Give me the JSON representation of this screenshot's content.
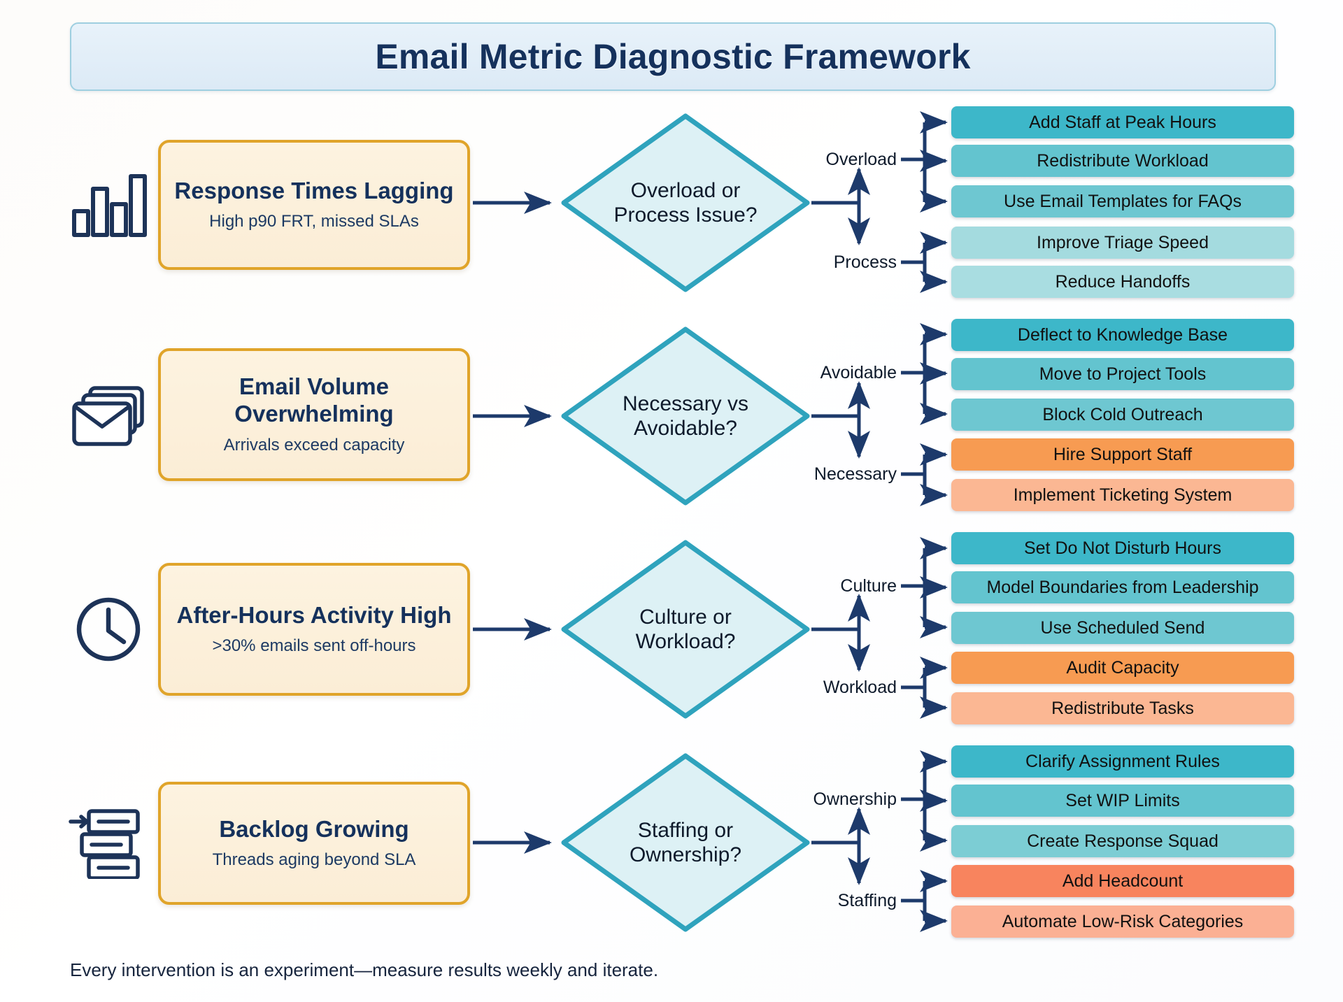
{
  "header": {
    "title": "Email Metric Diagnostic Framework"
  },
  "footer": {
    "note": "Every intervention is an experiment—measure results weekly and iterate."
  },
  "colors": {
    "navy": "#1d3a6b",
    "gold_border": "#e0a42a",
    "card_fill": "#fdf3e0",
    "diamond_border": "#2fa3bd",
    "diamond_fill": "#ddf1f5",
    "teal_dark": "#3db7c9",
    "teal_mid": "#63c4cf",
    "teal_light": "#8fd3d8",
    "teal_pale": "#a9dcdf",
    "orange_dark": "#f79b52",
    "orange_mid": "#f69a6f",
    "orange_light": "#fbb793",
    "orange_pale": "#fbc0a3",
    "title_text": "#15315c",
    "title_fill": "#e8f2fa"
  },
  "rows": [
    {
      "icon": "bar-chart-icon",
      "problem": {
        "title": "Response Times Lagging",
        "subtitle": "High p90 FRT, missed SLAs"
      },
      "decision": {
        "line1": "Overload or",
        "line2": "Process Issue?"
      },
      "branches": [
        {
          "label": "Overload",
          "actions": [
            {
              "label": "Add Staff at Peak Hours",
              "color": "#3db7c9"
            },
            {
              "label": "Redistribute Workload",
              "color": "#63c4cf"
            },
            {
              "label": "Use Email Templates for FAQs",
              "color": "#6ec7d1"
            }
          ]
        },
        {
          "label": "Process",
          "actions": [
            {
              "label": "Improve Triage Speed",
              "color": "#a4dbdf"
            },
            {
              "label": "Reduce Handoffs",
              "color": "#a9dde1"
            }
          ]
        }
      ]
    },
    {
      "icon": "stacked-envelopes-icon",
      "problem": {
        "title": "Email Volume Overwhelming",
        "subtitle": "Arrivals exceed capacity"
      },
      "decision": {
        "line1": "Necessary vs",
        "line2": "Avoidable?"
      },
      "branches": [
        {
          "label": "Avoidable",
          "actions": [
            {
              "label": "Deflect to Knowledge Base",
              "color": "#3db7c9"
            },
            {
              "label": "Move to Project Tools",
              "color": "#63c4cf"
            },
            {
              "label": "Block Cold Outreach",
              "color": "#6ec7d1"
            }
          ]
        },
        {
          "label": "Necessary",
          "actions": [
            {
              "label": "Hire Support Staff",
              "color": "#f79b52"
            },
            {
              "label": "Implement Ticketing System",
              "color": "#fbb793"
            }
          ]
        }
      ]
    },
    {
      "icon": "clock-icon",
      "problem": {
        "title": "After-Hours Activity High",
        "subtitle": ">30% emails sent off-hours"
      },
      "decision": {
        "line1": "Culture or",
        "line2": "Workload?"
      },
      "branches": [
        {
          "label": "Culture",
          "actions": [
            {
              "label": "Set Do Not Disturb Hours",
              "color": "#3db7c9"
            },
            {
              "label": "Model Boundaries from Leadership",
              "color": "#63c4cf"
            },
            {
              "label": "Use Scheduled Send",
              "color": "#6ec7d1"
            }
          ]
        },
        {
          "label": "Workload",
          "actions": [
            {
              "label": "Audit Capacity",
              "color": "#f79b52"
            },
            {
              "label": "Redistribute Tasks",
              "color": "#fbb793"
            }
          ]
        }
      ]
    },
    {
      "icon": "backlog-queue-icon",
      "problem": {
        "title": "Backlog Growing",
        "subtitle": "Threads aging beyond SLA"
      },
      "decision": {
        "line1": "Staffing or",
        "line2": "Ownership?"
      },
      "branches": [
        {
          "label": "Ownership",
          "actions": [
            {
              "label": "Clarify Assignment Rules",
              "color": "#3db7c9"
            },
            {
              "label": "Set WIP Limits",
              "color": "#63c4cf"
            },
            {
              "label": "Create Response Squad",
              "color": "#7ccdd4"
            }
          ]
        },
        {
          "label": "Staffing",
          "actions": [
            {
              "label": "Add Headcount",
              "color": "#f8845e"
            },
            {
              "label": "Automate Low-Risk Categories",
              "color": "#fbb094"
            }
          ]
        }
      ]
    }
  ]
}
